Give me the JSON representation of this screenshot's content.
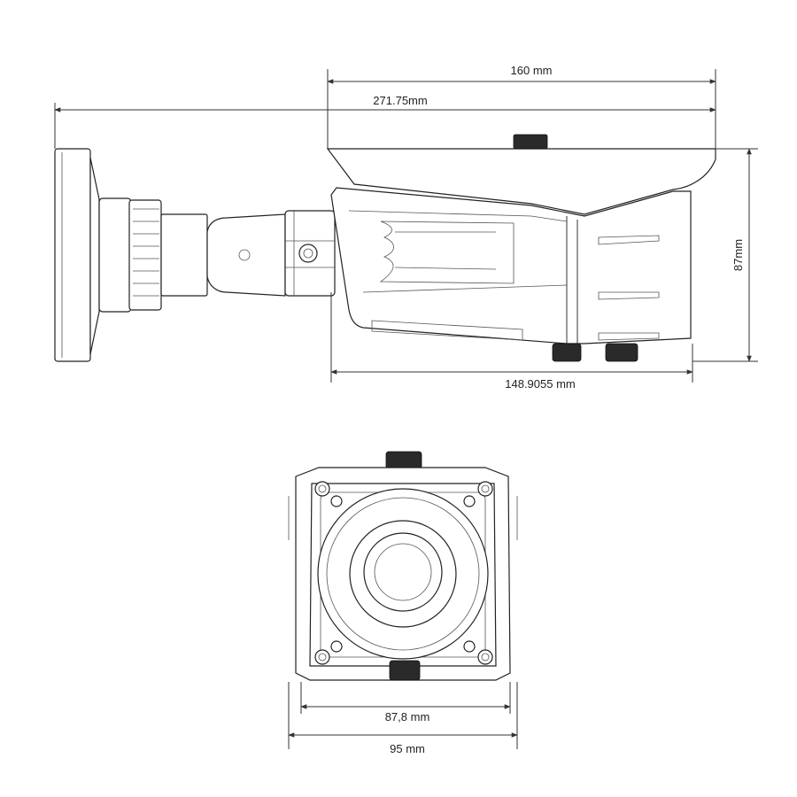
{
  "side_view": {
    "dims": {
      "overall_length": "271.75mm",
      "housing_length": "160 mm",
      "body_length": "148.9055 mm",
      "height": "87mm"
    }
  },
  "front_view": {
    "dims": {
      "inner_width": "87,8 mm",
      "outer_width": "95 mm"
    }
  }
}
